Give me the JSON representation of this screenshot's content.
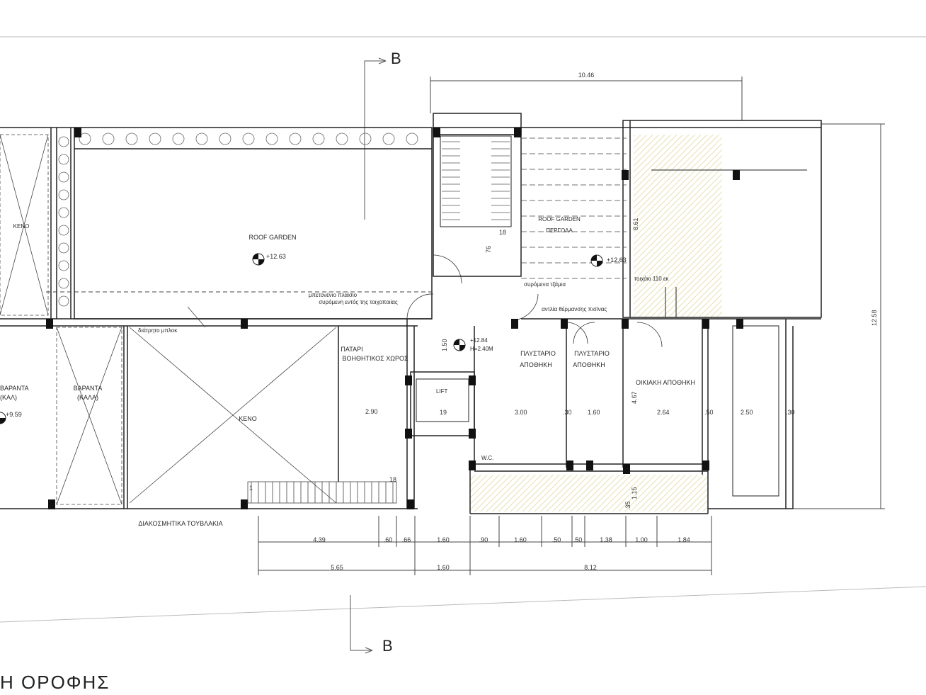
{
  "section_marker": "B",
  "sheet_title": "Η ΟΡΟΦΗΣ",
  "rooms": {
    "roof_garden": "ROOF GARDEN",
    "roof_garden_level": "+12.63",
    "roof_garden_pergola": "ROOF GARDEN",
    "pergola": "ΠΕΡΓΟΛΑ",
    "pergola_level": "+12.63",
    "patari": "ΠΑΤΑΡΙ",
    "voithitikos": "ΒΟΗΘΗΤΙΚΟΣ ΧΩΡΟΣ",
    "hall_level": "+12.84",
    "hall_height": "H=2.40M",
    "plystario_1": "ΠΛΥΣΤΑΡΙΟ",
    "apothiki_1": "ΑΠΟΘΗΚΗ",
    "plystario_2": "ΠΛΥΣΤΑΡΙΟ",
    "apothiki_2": "ΑΠΟΘΗΚΗ",
    "oikiaki": "ΟΙΚΙΑΚΗ ΑΠΟΘΗΚΗ",
    "keno": "ΚΕΝΟ",
    "keno_left": "ΚΕΝΟ",
    "varanta_1": "ΒΑΡΑΝΤΑ",
    "varanta_1_sub": "(ΚΑΛ)",
    "varanta_1_level": "+9.59",
    "varanta_2": "ΒΑΡΑΝΤΑ",
    "varanta_2_sub": "(ΚΑΛΑ)",
    "lift": "LIFT",
    "diakosmitika": "ΔΙΑΚΟΣΜΗΤΙΚΑ ΤΟΥΒΛΑΚΙΑ",
    "diatriito": "διάτρητο μπλοκ",
    "mpetoneni_1": "μπετονένιο πλαίσιο",
    "mpetoneni_2": "συρόμενη εντός της τοιχοποιίας",
    "tzamia": "συρόμενα τζάμια",
    "antlia": "αντλία θέρμανσης πισίνας",
    "toixaki": "τοιχάκι 110 εκ"
  },
  "dims": {
    "top": "10.46",
    "right": "12.58",
    "pergola_v": "8.61",
    "stair_1": "18",
    "stair_2": "76",
    "hall_v": "1.50",
    "patari_h": "2.90",
    "lift_num": "19",
    "r1": "3.00",
    "r2": "1.60",
    "r3": "2.64",
    "r4": "2.50",
    "r_v": "4.67",
    "small_a": ".30",
    "small_b": ".50",
    "small_c": ".30",
    "bottom_v": "1.15",
    "bottom_v2": ".35",
    "stair_18": "18",
    "stair_1_lbl": "1",
    "row1": [
      "4.39",
      ".60",
      ".66",
      "1.60",
      ".90",
      "1.60",
      ".50",
      ".50",
      "1.38",
      "1.00",
      "1.84"
    ],
    "row2": [
      "5.65",
      "1.60",
      "8.12"
    ],
    "wc": "W.C."
  }
}
